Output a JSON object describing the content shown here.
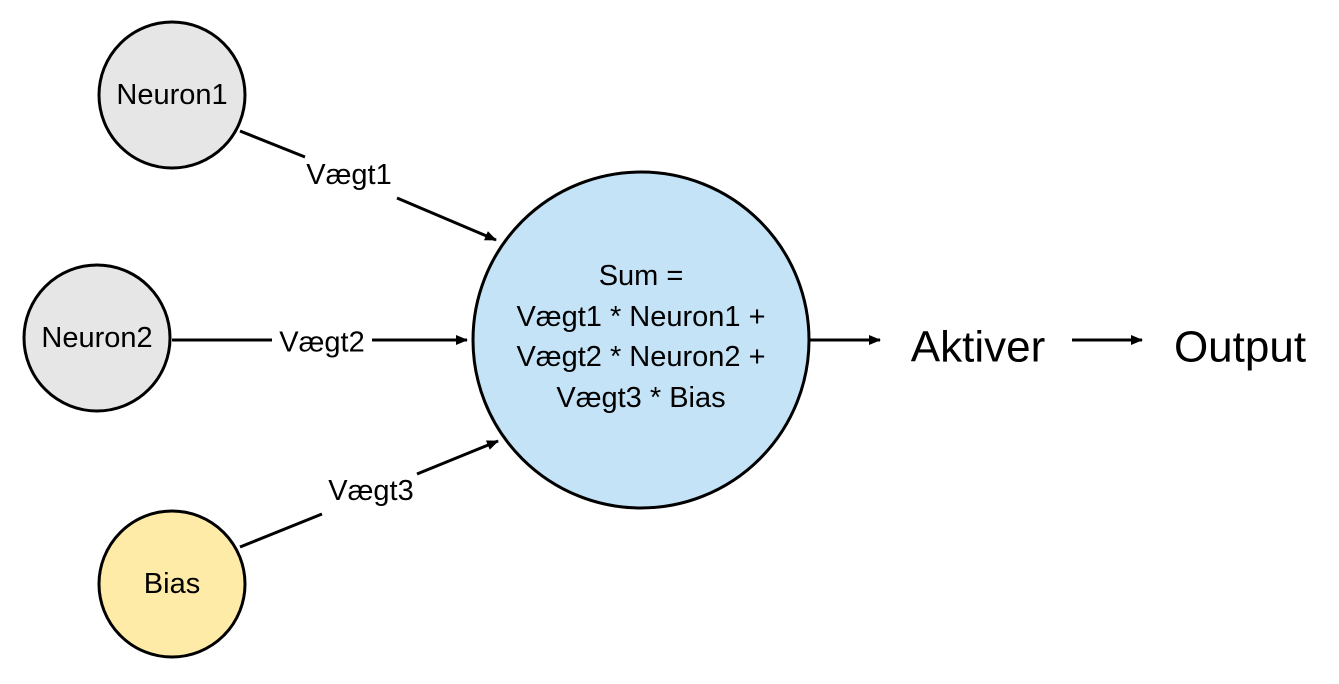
{
  "diagram": {
    "nodes": {
      "neuron1": {
        "label": "Neuron1",
        "fill": "#e6e6e6"
      },
      "neuron2": {
        "label": "Neuron2",
        "fill": "#e6e6e6"
      },
      "bias": {
        "label": "Bias",
        "fill": "#ffeba8"
      },
      "sum": {
        "fill": "#c5e3f6",
        "lines": [
          "Sum =",
          "Vægt1 * Neuron1 +",
          "Vægt2 * Neuron2 +",
          "Vægt3 * Bias"
        ]
      }
    },
    "edges": {
      "weight1": "Vægt1",
      "weight2": "Vægt2",
      "weight3": "Vægt3"
    },
    "flow": {
      "activate": "Aktiver",
      "output": "Output"
    }
  }
}
